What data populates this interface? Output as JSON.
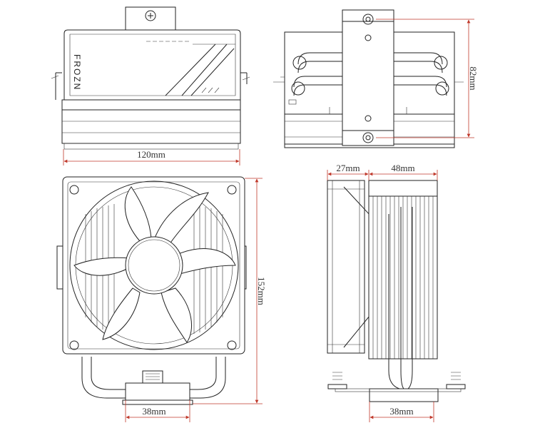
{
  "brand": {
    "logo_text": "FROZN"
  },
  "dimensions": {
    "top_width": "120mm",
    "side_height": "82mm",
    "front_height": "152mm",
    "front_base_width": "38mm",
    "profile_fan_depth": "27mm",
    "profile_sink_depth": "48mm",
    "profile_base_width": "38mm"
  },
  "colors": {
    "dimension_line": "#c0392b",
    "drawing_line": "#222222"
  }
}
